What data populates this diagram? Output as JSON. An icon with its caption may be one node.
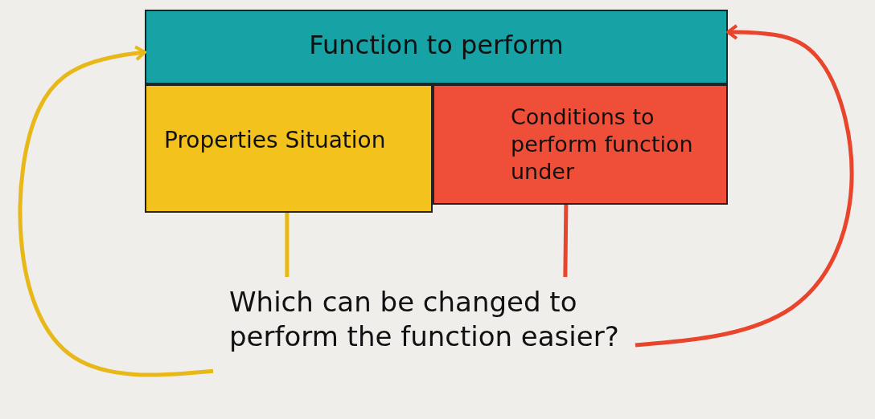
{
  "diagram": {
    "nodes": [
      {
        "text": [
          "Function to perform"
        ]
      },
      {
        "text": [
          "Properties Situation"
        ]
      },
      {
        "text": [
          "Conditions to perform function under"
        ]
      },
      {
        "text": [
          "Which can be changed to perform the function easier?"
        ]
      }
    ],
    "edges": [
      {
        "from": 1,
        "to": 3,
        "arrow": "none",
        "color": "#e8b818"
      },
      {
        "from": 2,
        "to": 3,
        "arrow": "none",
        "color": "#e8452c"
      },
      {
        "from": 3,
        "to": 0,
        "arrow": "to",
        "color": "#e8b818"
      },
      {
        "from": 3,
        "to": 0,
        "arrow": "to",
        "color": "#e8452c"
      }
    ]
  }
}
